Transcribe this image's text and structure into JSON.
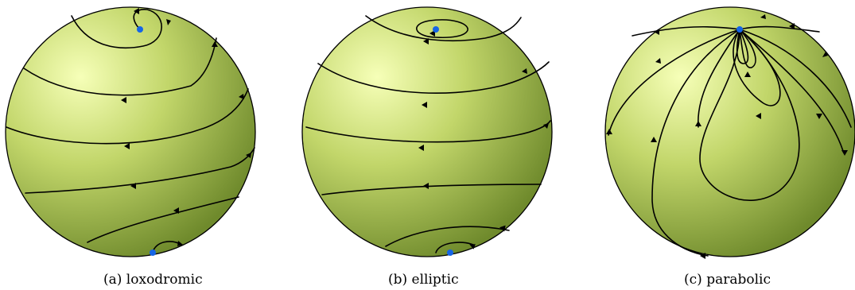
{
  "colors": {
    "sphere_highlight": "#f6ffb8",
    "sphere_mid": "#c2d66a",
    "sphere_shadow": "#6f8a2c",
    "fixed_point": "#1565e6",
    "flow_line": "#000000"
  },
  "panels": [
    {
      "id": "a",
      "caption": "(a) loxodromic"
    },
    {
      "id": "b",
      "caption": "(b) elliptic"
    },
    {
      "id": "c",
      "caption": "(c) parabolic"
    }
  ]
}
